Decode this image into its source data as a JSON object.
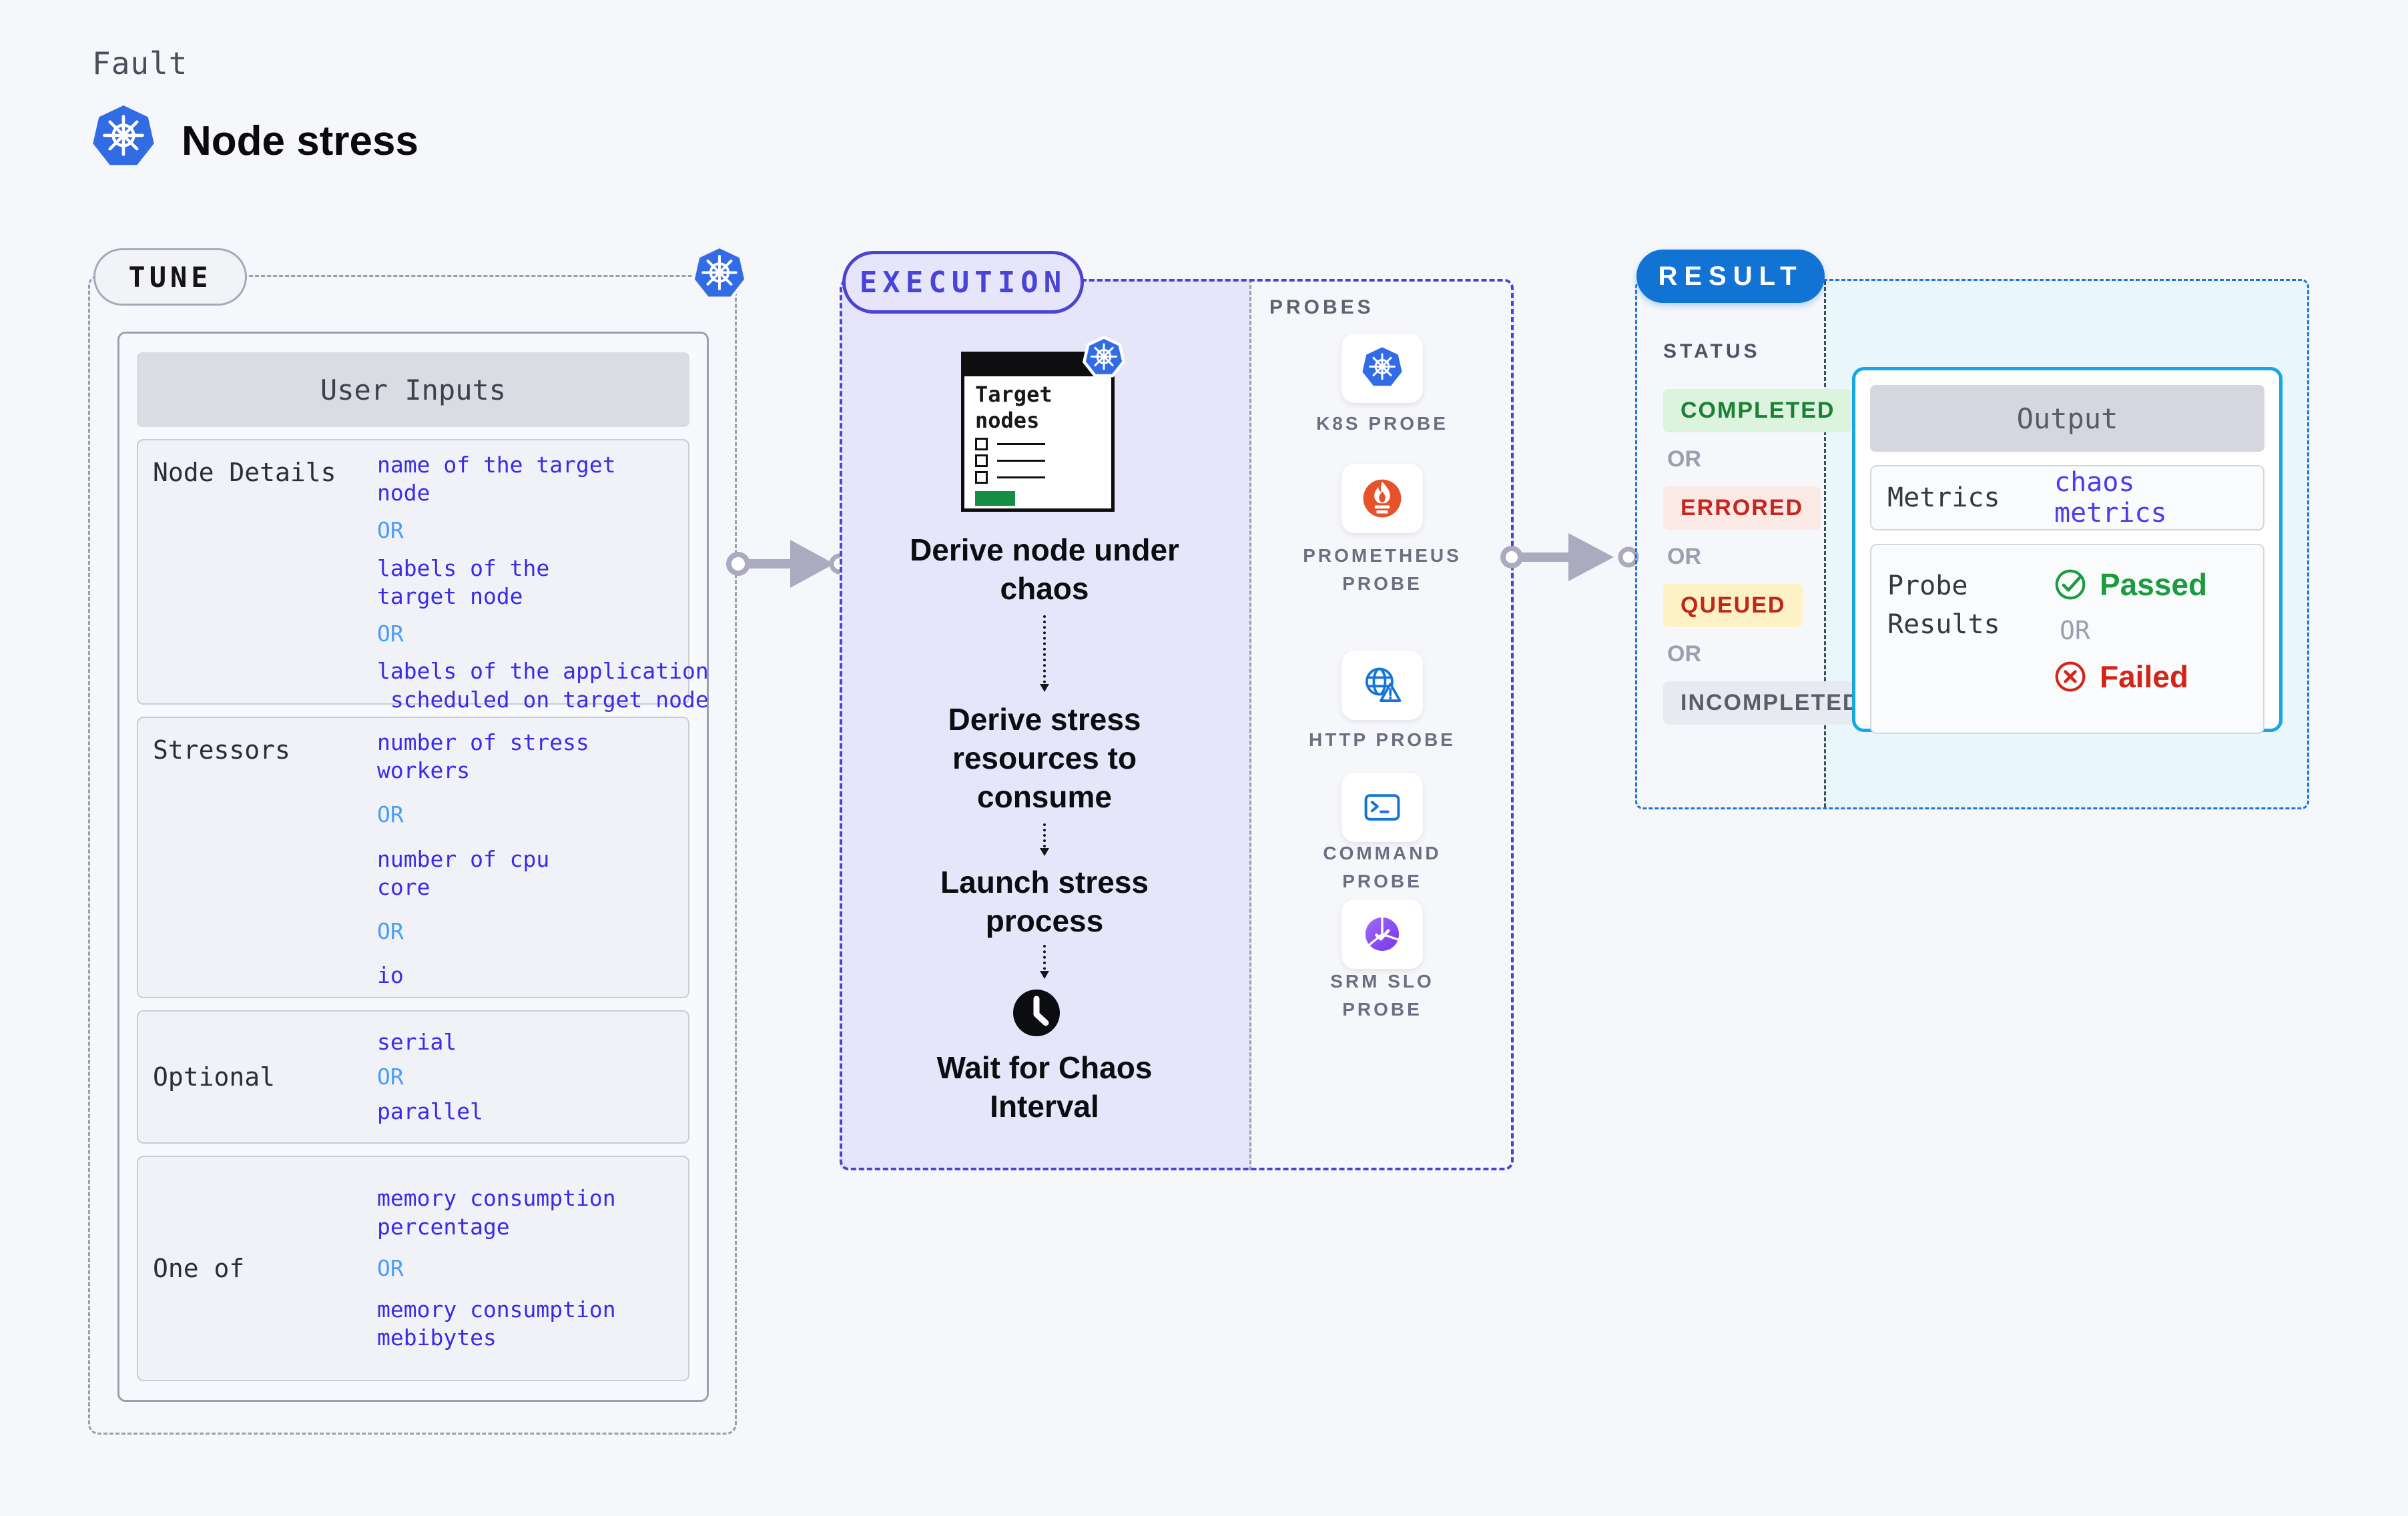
{
  "common": {
    "or": "OR"
  },
  "header": {
    "eyebrow": "Fault",
    "title": "Node stress"
  },
  "tune": {
    "badge": "TUNE",
    "panel_title": "User Inputs",
    "rows": [
      {
        "label": "Node Details",
        "values": [
          "name of the target\nnode",
          "labels of the\ntarget node",
          "labels of the application\n scheduled on target node"
        ]
      },
      {
        "label": "Stressors",
        "values": [
          "number of stress\nworkers",
          "number of cpu\ncore",
          "io"
        ]
      },
      {
        "label": "Optional",
        "values": [
          "serial",
          "parallel"
        ]
      },
      {
        "label": "One of",
        "values": [
          "memory consumption\npercentage",
          "memory consumption\nmebibytes"
        ]
      }
    ]
  },
  "execution": {
    "badge": "EXECUTION",
    "target_card_title": "Target\nnodes",
    "steps": [
      "Derive node under\nchaos",
      "Derive stress\nresources to\nconsume",
      "Launch stress\nprocess",
      "Wait for Chaos\nInterval"
    ]
  },
  "probes": {
    "title": "PROBES",
    "items": [
      {
        "icon": "kubernetes-icon",
        "label": "K8S PROBE"
      },
      {
        "icon": "prometheus-icon",
        "label": "PROMETHEUS\nPROBE"
      },
      {
        "icon": "http-globe-icon",
        "label": "HTTP PROBE"
      },
      {
        "icon": "command-terminal-icon",
        "label": "COMMAND\nPROBE"
      },
      {
        "icon": "srm-slo-icon",
        "label": "SRM SLO\nPROBE"
      }
    ]
  },
  "result": {
    "badge": "RESULT",
    "status_title": "STATUS",
    "statuses": [
      {
        "label": "COMPLETED",
        "type": "completed",
        "text_color": "#1a8035",
        "bg_color": "#dcf3de"
      },
      {
        "label": "ERRORED",
        "type": "errored",
        "text_color": "#c5261d",
        "bg_color": "#fbe9e6"
      },
      {
        "label": "QUEUED",
        "type": "queued",
        "text_color": "#c1261a",
        "bg_color": "#fdf2c6"
      },
      {
        "label": "INCOMPLETED",
        "type": "incompleted",
        "text_color": "#575d69",
        "bg_color": "#e9eaf1"
      }
    ],
    "output": {
      "title": "Output",
      "metrics_label": "Metrics",
      "metrics_value": "chaos metrics",
      "probe_results_label": "Probe\nResults",
      "passed": "Passed",
      "failed": "Failed"
    }
  },
  "colors": {
    "kubernetes_blue": "#326ce5",
    "tune_dash": "#9a9eab",
    "execution_accent": "#4b43d3",
    "execution_fill": "#e6e5fa",
    "value_blue": "#3a2be9",
    "or_blue": "#4d9cf5",
    "result_accent": "#1173d4",
    "output_border": "#14a6e5",
    "passed_green": "#1d9b3f",
    "failed_red": "#d32517",
    "prometheus_orange": "#e6522c",
    "arrow_gray": "#abaabf"
  }
}
